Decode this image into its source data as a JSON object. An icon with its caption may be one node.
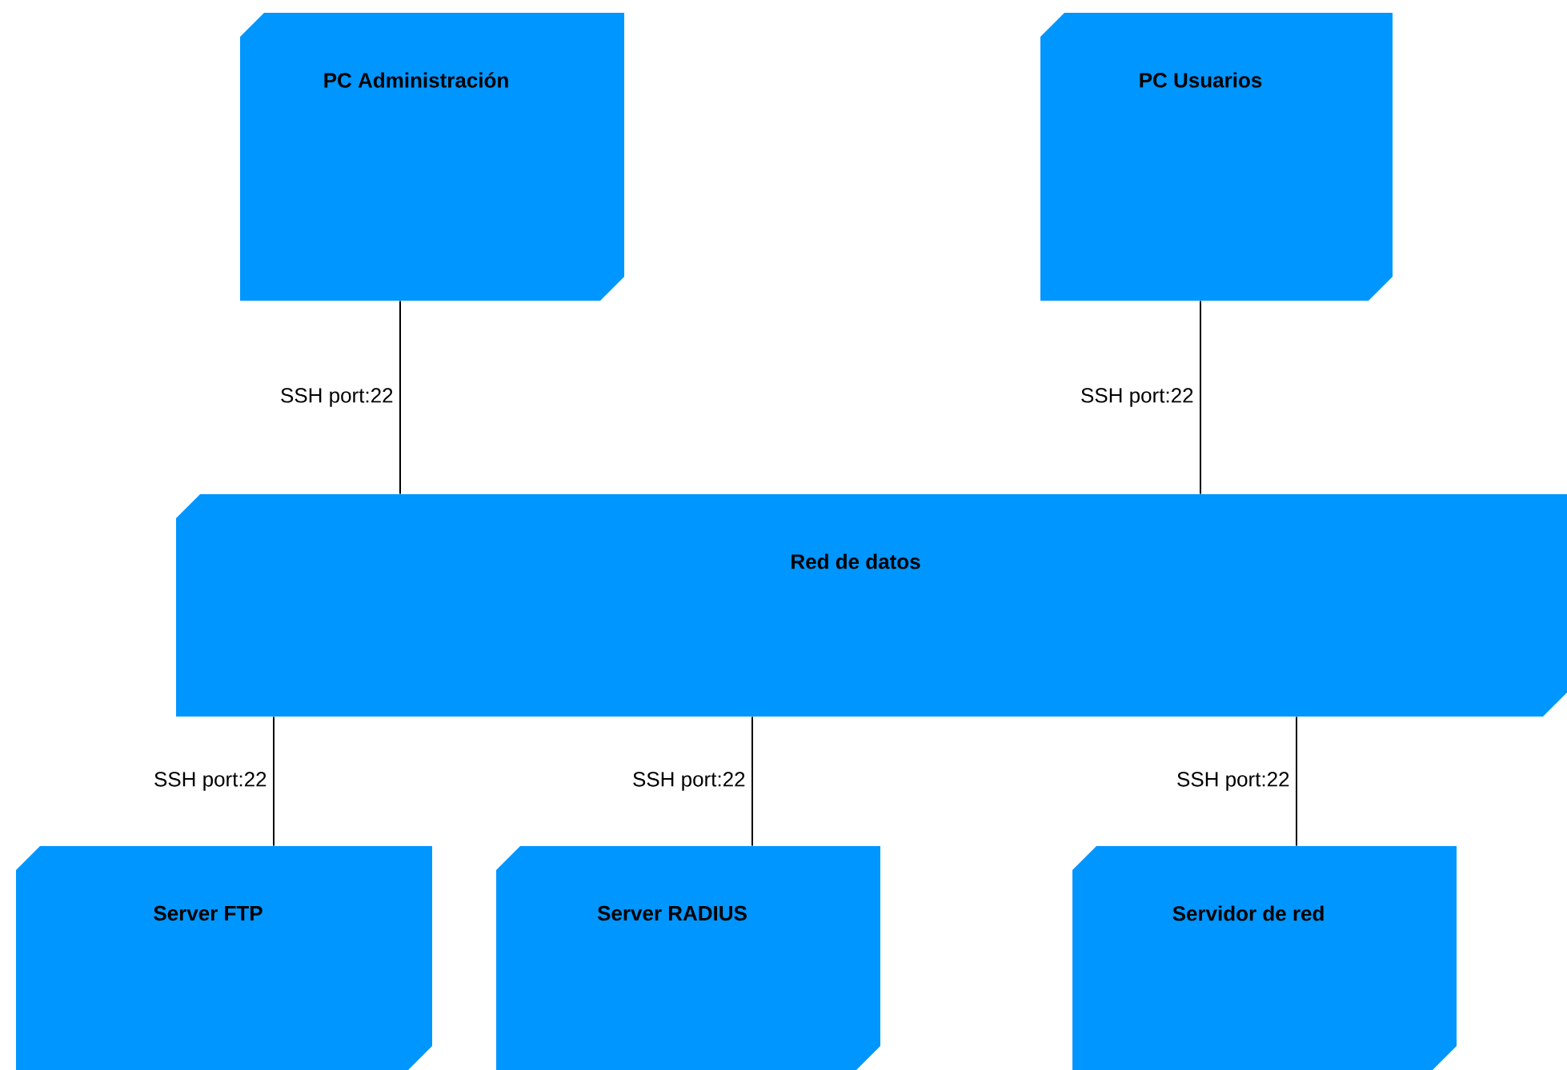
{
  "diagram": {
    "nodes": [
      {
        "text": [
          "PC Administración"
        ]
      },
      {
        "text": [
          "PC Usuarios"
        ]
      },
      {
        "text": [
          "Red de datos"
        ]
      },
      {
        "text": [
          "Server FTP"
        ]
      },
      {
        "text": [
          "Server RADIUS"
        ]
      },
      {
        "text": [
          "Servidor de red"
        ]
      }
    ],
    "edges": [
      {
        "from": 0,
        "to": 2,
        "arrow": "none",
        "label": "SSH port:22"
      },
      {
        "from": 1,
        "to": 2,
        "arrow": "none",
        "label": "SSH port:22"
      },
      {
        "from": 2,
        "to": 3,
        "arrow": "none",
        "label": "SSH port:22"
      },
      {
        "from": 2,
        "to": 4,
        "arrow": "none",
        "label": "SSH port:22"
      },
      {
        "from": 2,
        "to": 5,
        "arrow": "none",
        "label": "SSH port:22"
      }
    ]
  }
}
